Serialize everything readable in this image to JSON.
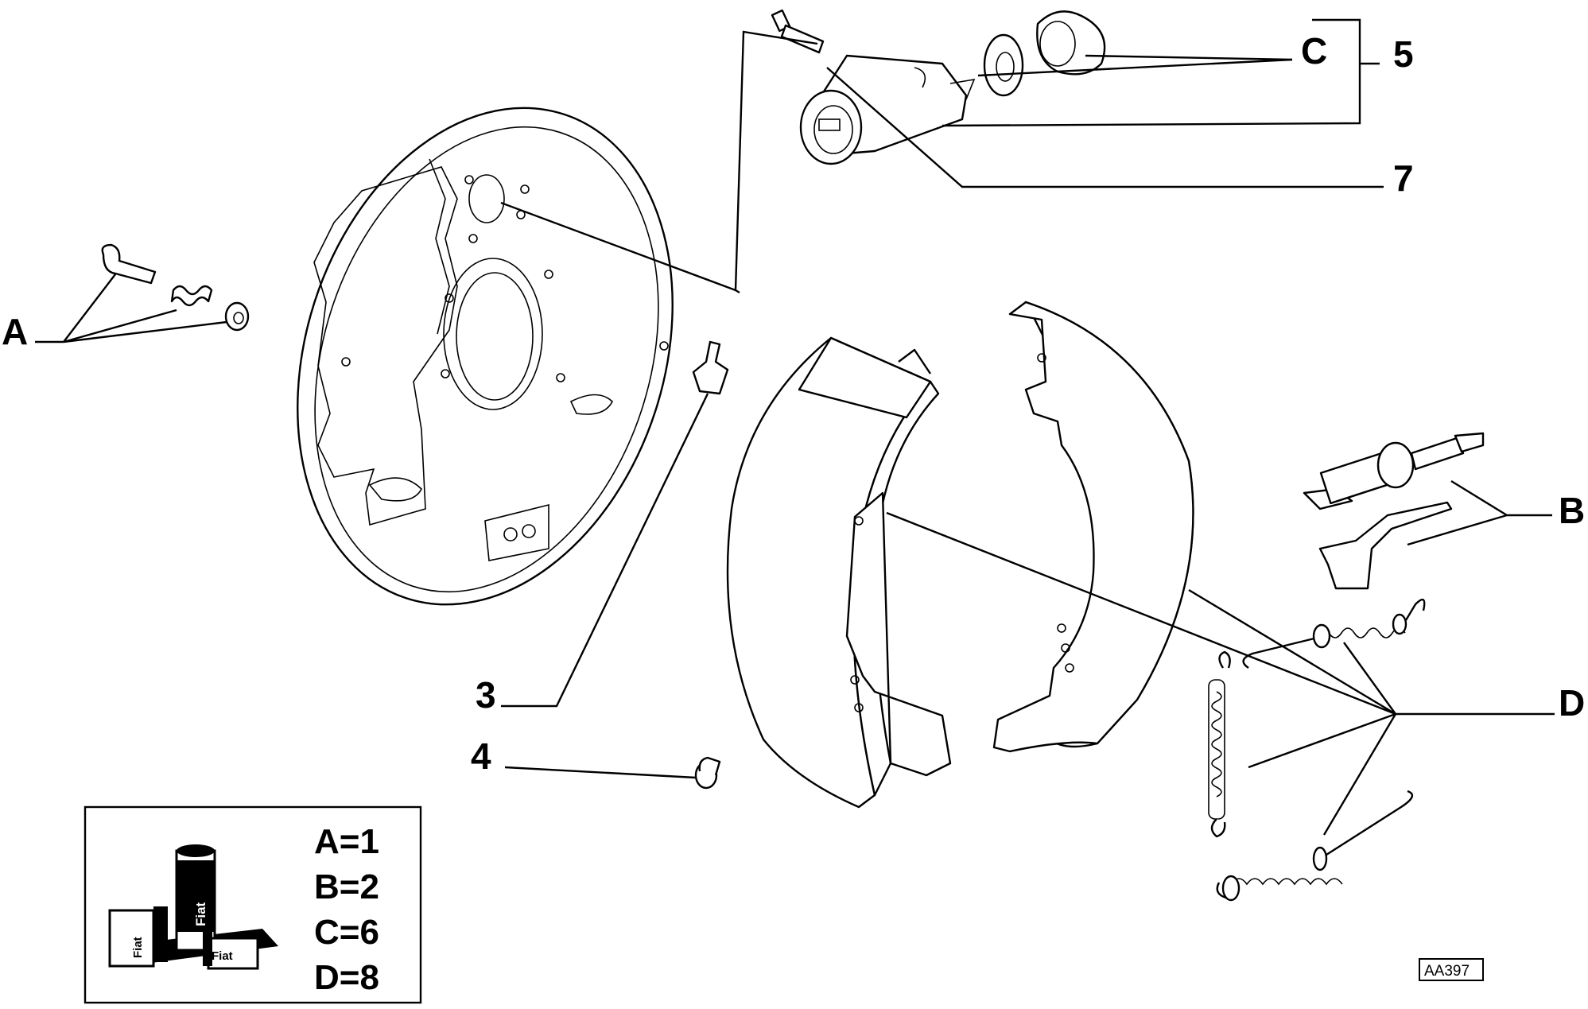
{
  "labels": {
    "A": "A",
    "B": "B",
    "C": "C",
    "D": "D",
    "n3": "3",
    "n4": "4",
    "n5": "5",
    "n7": "7"
  },
  "legend": {
    "lines": [
      "A=1",
      "B=2",
      "C=6",
      "D=8"
    ],
    "tube_text": "Fiat",
    "box_text": "Fiat"
  },
  "drawing_code": "AA397"
}
